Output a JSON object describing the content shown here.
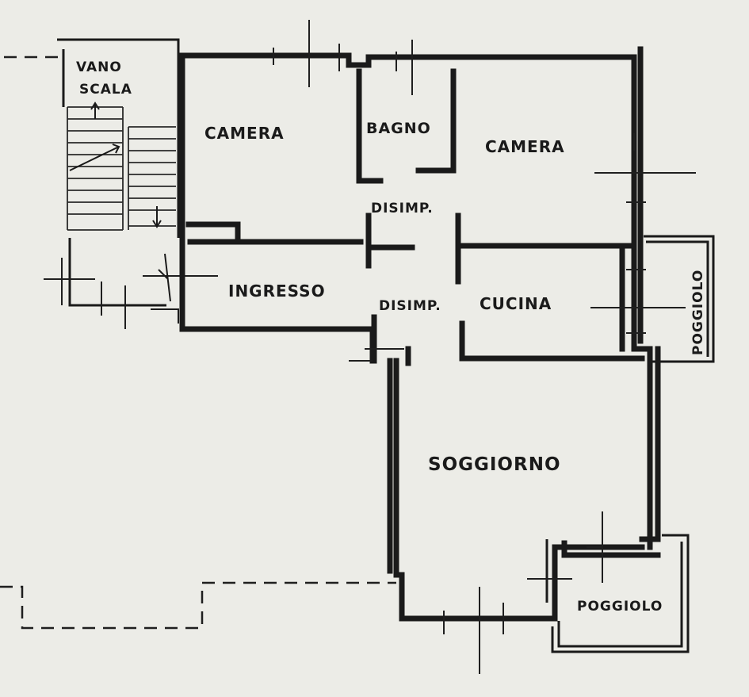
{
  "rooms": {
    "vano_scala_1": "VANO",
    "vano_scala_2": "SCALA",
    "camera_left": "CAMERA",
    "bagno": "BAGNO",
    "camera_right": "CAMERA",
    "disimpegno_top": "DISIMP.",
    "ingresso": "INGRESSO",
    "disimpegno_mid": "DISIMP.",
    "cucina": "CUCINA",
    "poggiolo_right": "POGGIOLO",
    "soggiorno": "SOGGIORNO",
    "poggiolo_bottom": "POGGIOLO"
  },
  "colors": {
    "paper": "#ecece7",
    "ink": "#1a1a1a"
  }
}
